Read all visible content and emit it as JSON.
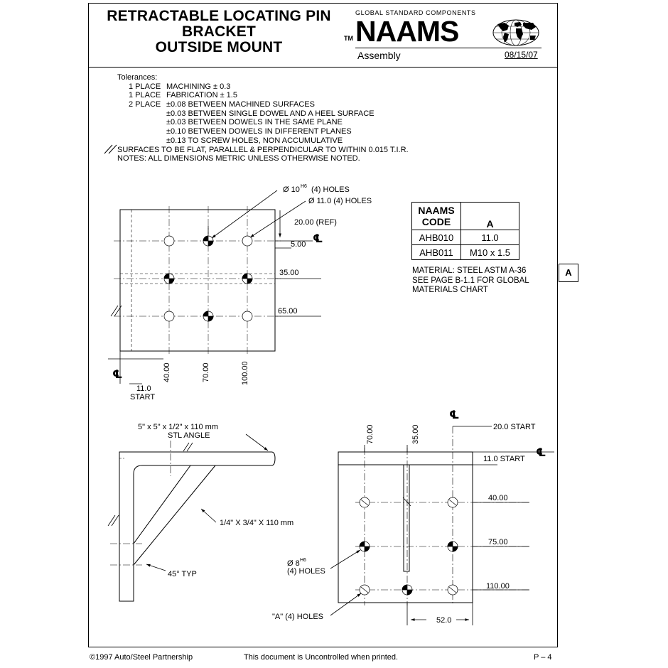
{
  "title": {
    "line1": "RETRACTABLE LOCATING  PIN",
    "line2": "BRACKET",
    "line3": "OUTSIDE MOUNT"
  },
  "brand": {
    "tagline": "GLOBAL STANDARD COMPONENTS",
    "tm": "TM",
    "name": "NAAMS",
    "section": "Assembly",
    "date": "08/15/07"
  },
  "notes": {
    "tolerances_label": "Tolerances:",
    "lines": [
      {
        "lead": "1 PLACE",
        "text": "MACHINING ± 0.3"
      },
      {
        "lead": "1 PLACE",
        "text": "FABRICATION ± 1.5"
      },
      {
        "lead": "2 PLACE",
        "text": "±0.08 BETWEEN MACHINED SURFACES"
      },
      {
        "lead": "",
        "text": "±0.03 BETWEEN SINGLE DOWEL AND A HEEL SURFACE"
      },
      {
        "lead": "",
        "text": "±0.03 BETWEEN DOWELS IN THE SAME PLANE"
      },
      {
        "lead": "",
        "text": "±0.10 BETWEEN DOWELS IN DIFFERENT PLANES"
      },
      {
        "lead": "",
        "text": "±0.13 TO SCREW HOLES, NON ACCUMULATIVE"
      }
    ],
    "surfaces": "SURFACES TO BE FLAT, PARALLEL & PERPENDICULAR TO WITHIN 0.015 T.I.R.",
    "metric": "NOTES: ALL DIMENSIONS METRIC UNLESS OTHERWISE NOTED."
  },
  "code_table": {
    "header_col1": "NAAMS CODE",
    "header_col1_l1": "NAAMS",
    "header_col1_l2": "CODE",
    "header_col2": "A",
    "rows": [
      {
        "code": "AHB010",
        "a": "11.0"
      },
      {
        "code": "AHB011",
        "a": "M10 x 1.5"
      }
    ]
  },
  "material": {
    "line1": "MATERIAL: STEEL ASTM A-36",
    "line2": "SEE PAGE B-1.1 FOR GLOBAL",
    "line3": "MATERIALS CHART"
  },
  "tab_marker": "A",
  "top_view": {
    "hole10_label": "Ø 10",
    "hole10_fit": "H6",
    "hole10_count": "(4) HOLES",
    "hole11_label": "Ø 11.0 (4) HOLES",
    "dim_20_ref": "20.00 (REF)",
    "dim_5": "5.00",
    "dim_35": "35.00",
    "dim_65": "65.00",
    "dim_40": "40.00",
    "dim_70": "70.00",
    "dim_100": "100.00",
    "start_value": "11.0",
    "start_label": "START",
    "centerline": "℄"
  },
  "side_view": {
    "angle_line1": "5\" x  5\" x 1/2\" x 110 mm",
    "angle_line2": "STL ANGLE",
    "gusset": "1/4\" X 3/4\" X 110 mm",
    "angle_typ": "45° TYP"
  },
  "front_view": {
    "dim_70": "70.00",
    "dim_35": "35.00",
    "start_20": "20.0 START",
    "start_11": "11.0 START",
    "dim_40": "40.00",
    "dim_75": "75.00",
    "dim_110": "110.00",
    "dim_52": "52.0",
    "hole8_label": "Ø 8",
    "hole8_fit": "H6",
    "hole8_count": "(4) HOLES",
    "a_holes": "\"A\" (4) HOLES",
    "centerline": "℄"
  },
  "footer": {
    "copyright": "©1997 Auto/Steel Partnership",
    "uncontrolled": "This document is Uncontrolled when printed.",
    "page": "P – 4"
  }
}
